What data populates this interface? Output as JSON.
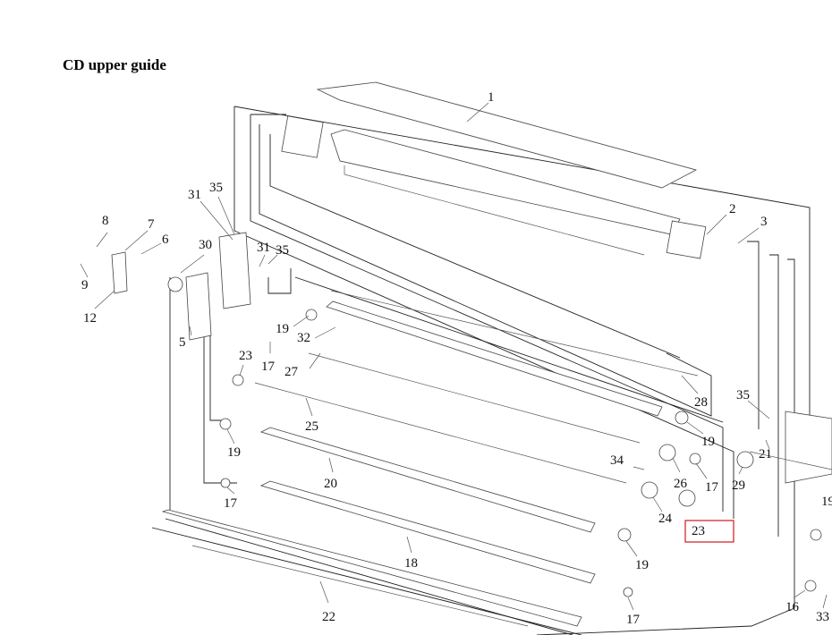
{
  "title": "CD upper guide",
  "highlight_color": "#d0181c",
  "callouts": [
    "1",
    "2",
    "3",
    "5",
    "6",
    "7",
    "8",
    "9",
    "12",
    "16",
    "17",
    "17",
    "17",
    "17",
    "18",
    "19",
    "19",
    "19",
    "19",
    "19",
    "20",
    "21",
    "22",
    "23",
    "23",
    "24",
    "25",
    "26",
    "27",
    "28",
    "29",
    "30",
    "31",
    "31",
    "32",
    "33",
    "34",
    "35",
    "35",
    "35"
  ]
}
